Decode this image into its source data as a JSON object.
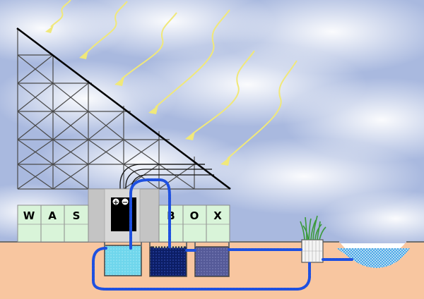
{
  "letters_left": [
    "W",
    "A",
    "S"
  ],
  "letters_right": [
    "B",
    "O",
    "X"
  ],
  "battery": {
    "positive": "+",
    "negative": "−"
  },
  "colors": {
    "ground": "#f8c6a0",
    "ground_line": "#6f6f6f",
    "box_fill": "#d9f4d9",
    "building": "#c4c4c4",
    "tank_clean": "#6fd6ec",
    "tank_dark": "#0c1e66",
    "tank_mid": "#5a5f9e",
    "pipe": "#1e50e0",
    "water": "#56c4ec",
    "sun_ray": "#f0e87a",
    "reed": "#3a9a3a"
  }
}
